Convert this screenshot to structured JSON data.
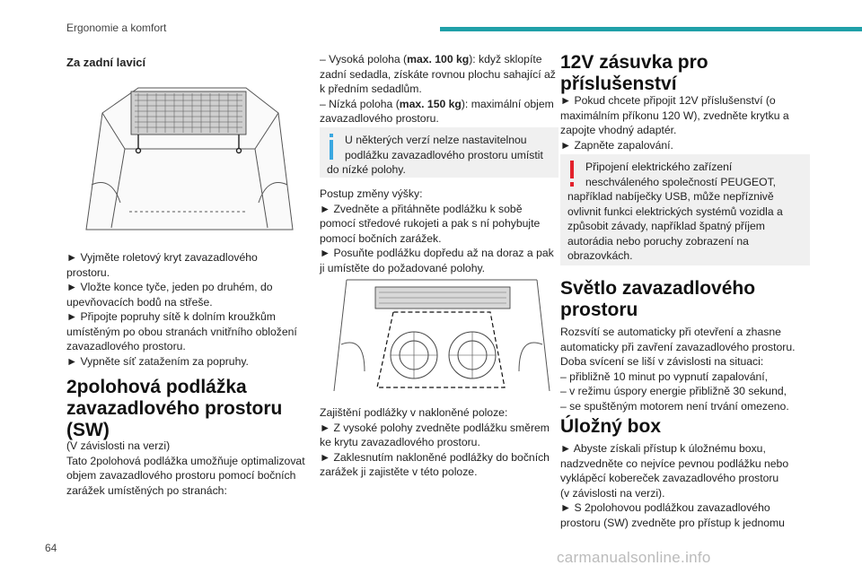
{
  "header": {
    "section": "Ergonomie a komfort",
    "accent": "#1fa0a8"
  },
  "page_number": "64",
  "watermark": "carmanualsonline.info",
  "left": {
    "heading": "Za zadní lavicí",
    "steps": [
      "► Vyjměte roletový kryt zavazadlového",
      "prostoru.",
      "► Vložte konce tyče, jeden po druhém, do",
      "upevňovacích bodů na střeše.",
      "► Připojte popruhy sítě k dolním kroužkům",
      "umístěným po obou stranách vnitřního obložení",
      "zavazadlového prostoru.",
      "► Vypněte síť zatažením za popruhy."
    ],
    "h2_lines": [
      "2polohová podlážka",
      "zavazadlového prostoru",
      "(SW)"
    ],
    "body": [
      "(V závislosti na verzi)",
      "Tato 2polohová podlážka umožňuje optimalizovat",
      "objem zavazadlového prostoru pomocí bočních",
      "zarážek umístěných po stranách:"
    ]
  },
  "middle": {
    "high": {
      "pre": "– Vysoká poloha (",
      "bold": "max. 100 kg",
      "post": "): když sklopíte"
    },
    "high_cont": [
      "zadní sedadla, získáte rovnou plochu sahající až",
      "k předním sedadlům."
    ],
    "low": {
      "pre": "– Nízká poloha (",
      "bold": "max. 150 kg",
      "post": "): maximální objem"
    },
    "low_cont": [
      "zavazadlového prostoru."
    ],
    "info_note": [
      "U některých verzí nelze nastavitelnou",
      "podlážku zavazadlového prostoru umístit",
      "do nízké polohy."
    ],
    "procedure": [
      "Postup změny výšky:",
      "► Zvedněte a přitáhněte podlážku k sobě",
      "pomocí středové rukojeti a pak s ní pohybujte",
      "pomocí bočních zarážek.",
      "► Posuňte podlážku dopředu až na doraz a pak",
      "ji umístěte do požadované polohy."
    ],
    "incline": [
      "Zajištění podlážky v nakloněné poloze:",
      "► Z vysoké polohy zvedněte podlážku směrem",
      "ke krytu zavazadlového prostoru.",
      "► Zaklesnutím nakloněné podlážky do bočních",
      "zarážek ji zajistěte v této poloze."
    ]
  },
  "right": {
    "h12_lines": [
      "12V zásuvka pro",
      "příslušenství"
    ],
    "h12_body": [
      "► Pokud chcete připojit 12V příslušenství (o",
      "maximálním příkonu 120 W), zvedněte krytku a",
      "zapojte vhodný adaptér.",
      "► Zapněte zapalování."
    ],
    "warn_note": [
      "Připojení elektrického zařízení",
      "neschváleného společností PEUGEOT,",
      "například nabíječky USB, může nepříznivě",
      "ovlivnit funkci elektrických systémů vozidla a",
      "způsobit závady, například špatný příjem",
      "autorádia nebo poruchy zobrazení na",
      "obrazovkách."
    ],
    "light_lines": [
      "Světlo zavazadlového",
      "prostoru"
    ],
    "light_body": [
      "Rozsvítí se automaticky při otevření a zhasne",
      "automaticky při zavření zavazadlového prostoru.",
      "Doba svícení se liší v závislosti na situaci:",
      "– přibližně 10 minut po vypnutí zapalování,",
      "– v režimu úspory energie přibližně 30 sekund,",
      "– se spuštěným motorem není trvání omezeno."
    ],
    "box_heading": "Úložný box",
    "box_body": [
      "► Abyste získali přístup k úložnému boxu,",
      "nadzvedněte co nejvíce pevnou podlážku nebo",
      "vyklápěcí kobereček zavazadlového prostoru",
      "(v závislosti na verzi).",
      "► S 2polohovou podlážkou zavazadlového",
      "prostoru (SW) zvedněte pro přístup k jednomu"
    ]
  },
  "icons": {
    "info": "info-icon",
    "warning": "warning-icon"
  },
  "colors": {
    "info": "#3aa7e0",
    "warning": "#e2222c"
  }
}
